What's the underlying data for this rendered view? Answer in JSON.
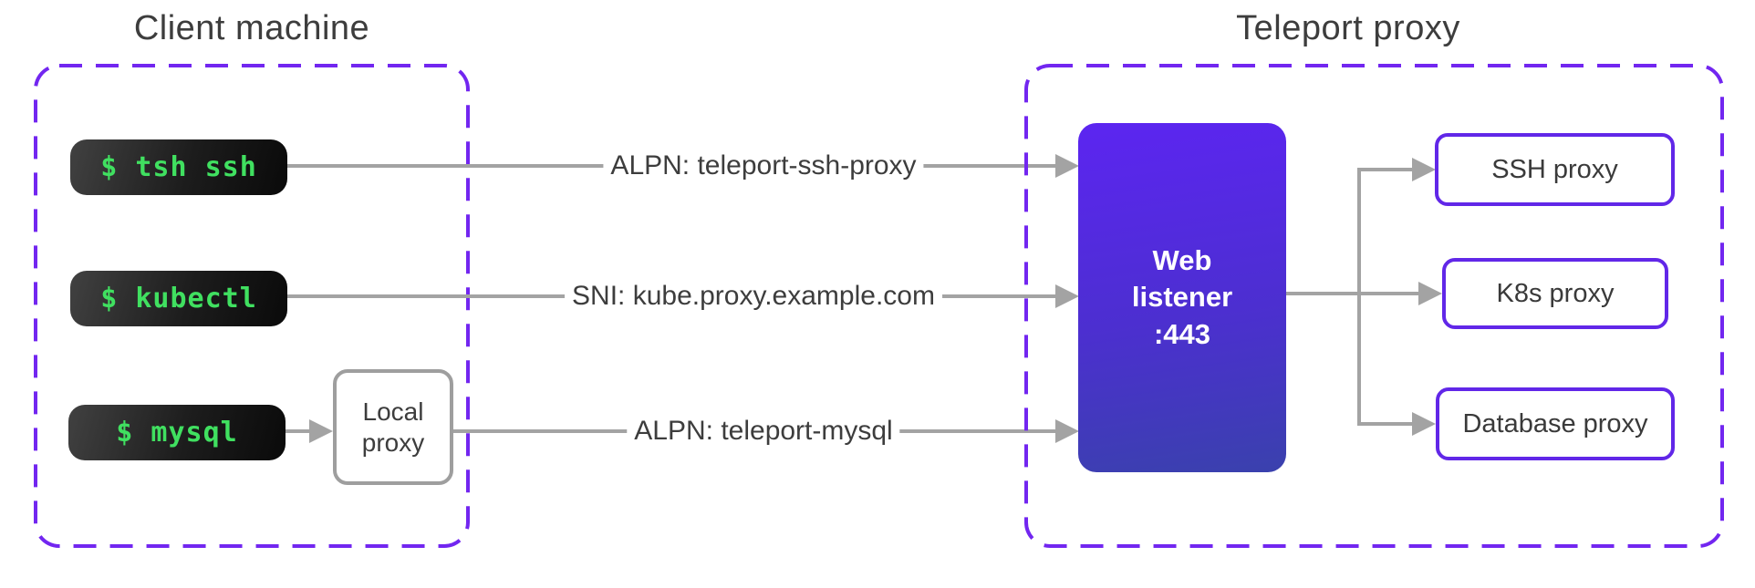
{
  "diagram": {
    "client": {
      "title": "Client machine",
      "terminals": [
        {
          "label": "$ tsh ssh"
        },
        {
          "label": "$ kubectl"
        },
        {
          "label": "$ mysql"
        }
      ],
      "local_proxy_label": "Local proxy"
    },
    "connections": [
      {
        "label": "ALPN: teleport-ssh-proxy"
      },
      {
        "label": "SNI: kube.proxy.example.com"
      },
      {
        "label": "ALPN: teleport-mysql"
      }
    ],
    "teleport": {
      "title": "Teleport proxy",
      "web_listener": {
        "line1": "Web",
        "line2": "listener",
        "line3": ":443"
      },
      "proxies": [
        {
          "label": "SSH proxy"
        },
        {
          "label": "K8s proxy"
        },
        {
          "label": "Database proxy"
        }
      ]
    },
    "colors": {
      "dashed_border_purple": "#7226f0",
      "proxy_box_border_purple": "#6127e8",
      "web_listener_gradient_top": "#5c25f1",
      "web_listener_gradient_bottom": "#3a41ad",
      "terminal_green": "#40e060",
      "terminal_background": "#141414",
      "connector_gray": "#a3a3a3",
      "local_proxy_border_gray": "#9e9e9e",
      "text_dark": "#3d3d3d"
    }
  }
}
